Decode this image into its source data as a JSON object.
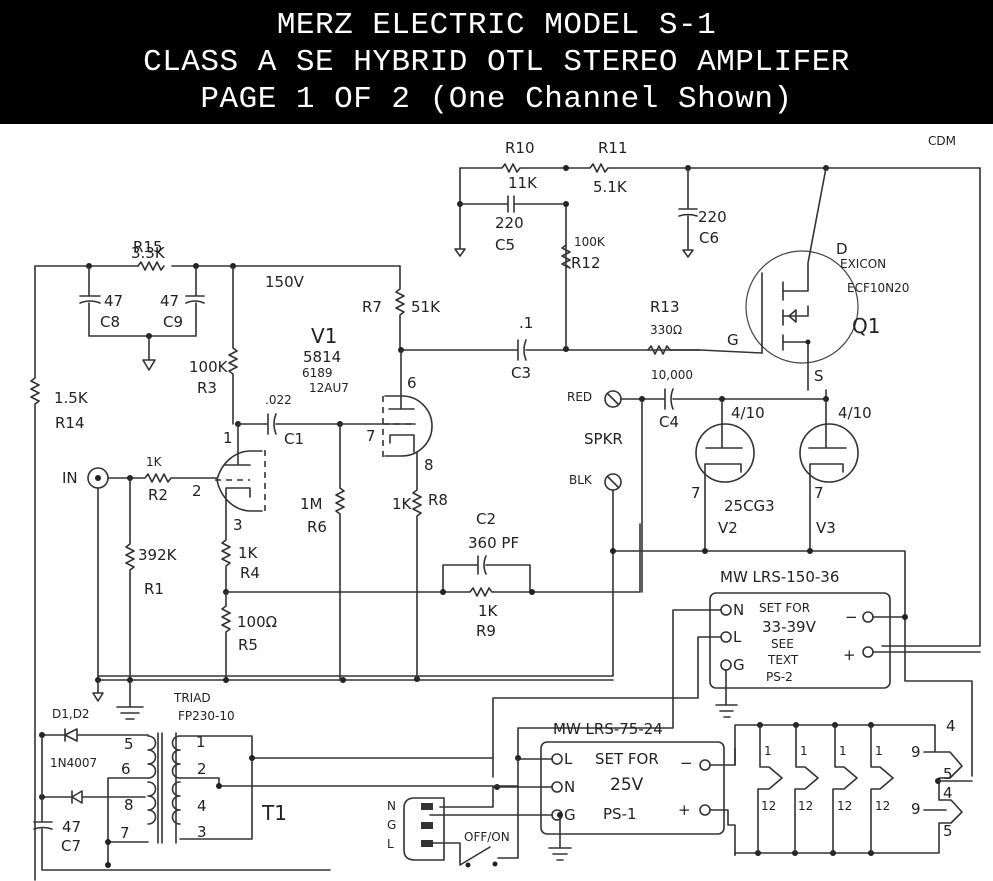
{
  "header": {
    "line1": "MERZ ELECTRIC MODEL S-1",
    "line2": "CLASS A SE HYBRID OTL STEREO AMPLIFER",
    "line3": "PAGE 1 OF 2 (One Channel Shown)"
  },
  "author": "CDM",
  "rail": {
    "voltage": "150V"
  },
  "resistors": {
    "R1": {
      "name": "R1",
      "value": "392K"
    },
    "R2": {
      "name": "R2",
      "value": "1K"
    },
    "R3": {
      "name": "R3",
      "value": "100K"
    },
    "R4": {
      "name": "R4",
      "value": "1K"
    },
    "R5": {
      "name": "R5",
      "value": "100Ω"
    },
    "R6": {
      "name": "R6",
      "value": "1M"
    },
    "R7": {
      "name": "R7",
      "value": "51K"
    },
    "R8": {
      "name": "R8",
      "value": "1K"
    },
    "R9": {
      "name": "R9",
      "value": "1K"
    },
    "R10": {
      "name": "R10",
      "value": "11K"
    },
    "R11": {
      "name": "R11",
      "value": "5.1K"
    },
    "R12": {
      "name": "R12",
      "value": "100K"
    },
    "R13": {
      "name": "R13",
      "value": "330Ω"
    },
    "R14": {
      "name": "R14",
      "value": "1.5K"
    },
    "R15": {
      "name": "R15",
      "value": "3.3K"
    }
  },
  "capacitors": {
    "C1": {
      "name": "C1",
      "value": ".022"
    },
    "C2": {
      "name": "C2",
      "value": "360 PF"
    },
    "C3": {
      "name": "C3",
      "value": ".1"
    },
    "C4": {
      "name": "C4",
      "value": "10,000"
    },
    "C5": {
      "name": "C5",
      "value": "220"
    },
    "C6": {
      "name": "C6",
      "value": "220"
    },
    "C7": {
      "name": "C7",
      "value": "47"
    },
    "C8": {
      "name": "C8",
      "value": "47"
    },
    "C9": {
      "name": "C9",
      "value": "47"
    }
  },
  "tubes": {
    "V1": {
      "name": "V1",
      "types": [
        "5814",
        "6189",
        "12AU7"
      ],
      "pins": [
        "1",
        "2",
        "3",
        "6",
        "7",
        "8"
      ]
    },
    "V2": {
      "name": "V2",
      "type": "25CG3",
      "pin_top": "4/10",
      "pin_bottom": "7"
    },
    "V3": {
      "name": "V3",
      "pin_top": "4/10",
      "pin_bottom": "7"
    }
  },
  "mosfet": {
    "name": "Q1",
    "maker": "EXICON",
    "part": "ECF10N20",
    "pins": {
      "drain": "D",
      "gate": "G",
      "source": "S"
    }
  },
  "input": {
    "label": "IN"
  },
  "speaker": {
    "label": "SPKR",
    "red": "RED",
    "black": "BLK"
  },
  "diodes": {
    "names": "D1,D2",
    "part": "1N4007"
  },
  "transformer": {
    "name": "T1",
    "maker": "TRIAD",
    "part": "FP230-10",
    "primary_pins": [
      "1",
      "2",
      "4",
      "3"
    ],
    "secondary_pins": [
      "5",
      "6",
      "8",
      "7"
    ]
  },
  "ps2": {
    "model": "MW LRS-150-36",
    "terminals": [
      "N",
      "L",
      "G"
    ],
    "note_lines": [
      "SET FOR",
      "33-39V",
      "SEE",
      "TEXT",
      "PS-2"
    ],
    "minus": "−",
    "plus": "+"
  },
  "ps1": {
    "model": "MW LRS-75-24",
    "terminals": [
      "L",
      "N",
      "G"
    ],
    "note_lines": [
      "SET FOR",
      "25V",
      "PS-1"
    ],
    "minus": "−",
    "plus": "+"
  },
  "mains": {
    "pins": [
      "N",
      "G",
      "L"
    ],
    "switch": "OFF/ON"
  },
  "heaters": {
    "pin_top": "1",
    "pin_bottom": "12",
    "count": 4
  },
  "heater_right": {
    "pins": [
      "4",
      "9",
      "5",
      "4",
      "9",
      "5"
    ]
  }
}
